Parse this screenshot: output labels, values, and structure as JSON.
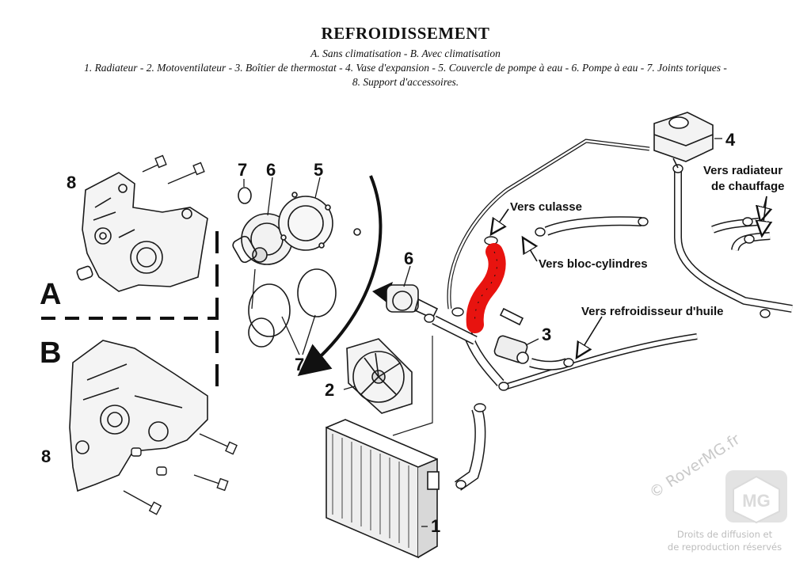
{
  "header": {
    "title": "REFROIDISSEMENT",
    "caption_line1": "A. Sans climatisation - B. Avec climatisation",
    "caption_line2": "1. Radiateur - 2. Motoventilateur - 3. Boîtier de thermostat - 4. Vase d'expansion - 5. Couvercle de pompe à eau - 6. Pompe à eau - 7. Joints toriques -",
    "caption_line3": "8. Support d'accessoires."
  },
  "labels": {
    "section_a": "A",
    "section_b": "B",
    "n1": "1",
    "n2": "2",
    "n3": "3",
    "n4": "4",
    "n5": "5",
    "n6": "6",
    "n7": "7",
    "n8": "8",
    "vers_culasse": "Vers culasse",
    "vers_bloc": "Vers bloc-cylindres",
    "vers_huile": "Vers refroidisseur d'huile",
    "vers_rad_1": "Vers radiateur",
    "vers_rad_2": "de chauffage"
  },
  "watermark": {
    "site": "© RoverMG.fr",
    "logo_text": "MG",
    "rights_1": "Droits de diffusion et",
    "rights_2": "de reproduction réservés"
  },
  "colors": {
    "highlight_hose": "#e8130f",
    "line": "#1a1a1a",
    "watermark": "#c9c9c9"
  }
}
